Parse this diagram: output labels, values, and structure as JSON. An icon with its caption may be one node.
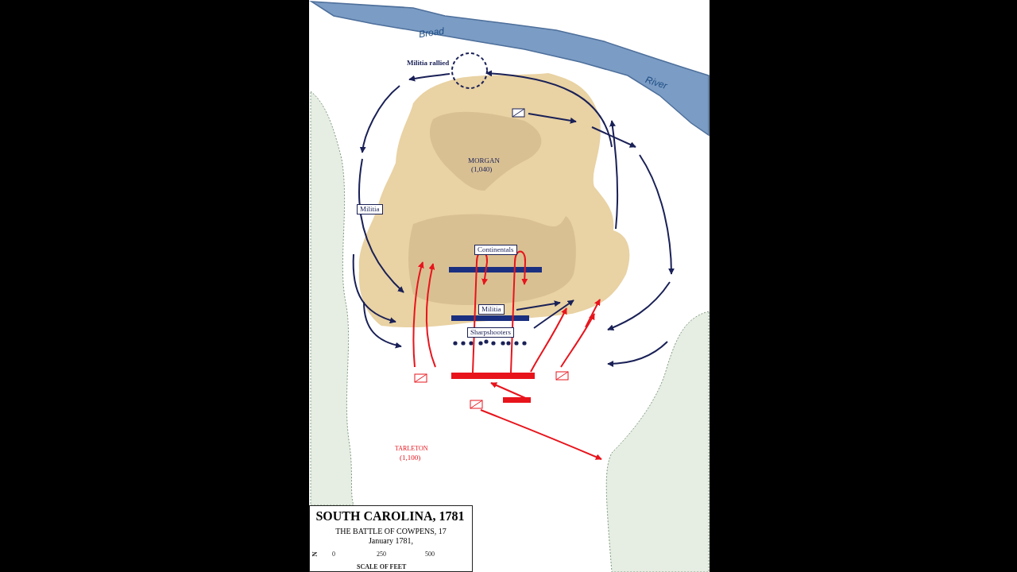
{
  "diagram": {
    "title": "SOUTH CAROLINA, 1781",
    "caption": "THE BATTLE OF COWPENS, 17 January 1781,",
    "labels": [
      "Broad",
      "River",
      "Militia rallied",
      "MORGAN",
      "(1,040)",
      "Militia",
      "Continentals",
      "Militia",
      "Sharpshooters",
      "TARLETON",
      "(1,100)",
      "N",
      "0",
      "250",
      "500",
      "SCALE OF FEET"
    ]
  }
}
